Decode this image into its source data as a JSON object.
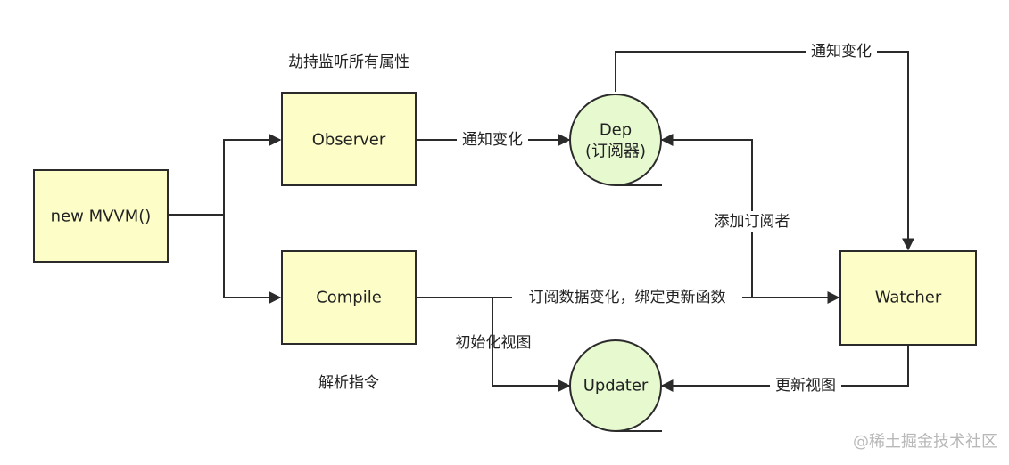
{
  "colors": {
    "box_fill": "#fdfdc8",
    "circle_fill": "#e6f9cf",
    "stroke": "#2b2b2b",
    "text": "#222222",
    "watermark": "#b8b8b8"
  },
  "nodes": {
    "mvvm": "new MVVM()",
    "observer": "Observer",
    "compile": "Compile",
    "watcher": "Watcher",
    "dep_line1": "Dep",
    "dep_line2": "(订阅器)",
    "updater": "Updater"
  },
  "annotations": {
    "observer_caption": "劫持监听所有属性",
    "compile_caption": "解析指令"
  },
  "edges": {
    "observer_to_dep": "通知变化",
    "dep_to_watcher": "通知变化",
    "watcher_to_dep": "添加订阅者",
    "compile_to_watcher": "订阅数据变化，绑定更新函数",
    "compile_to_updater": "初始化视图",
    "watcher_to_updater": "更新视图"
  },
  "watermark": "@稀土掘金技术社区"
}
